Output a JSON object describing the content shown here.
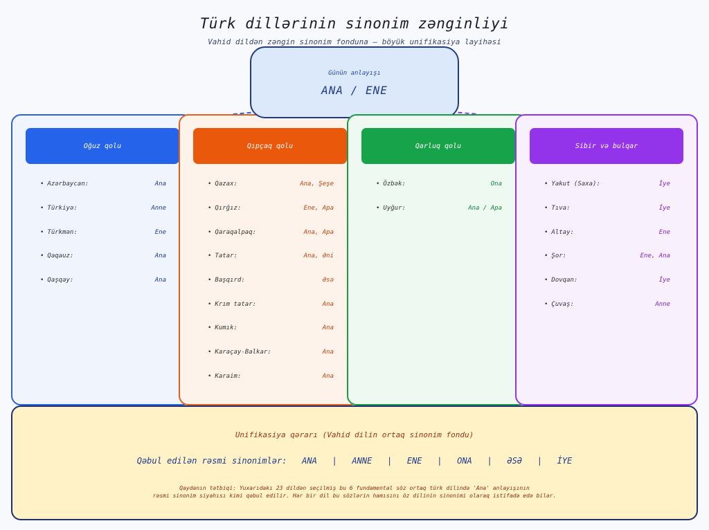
{
  "title": "Türk dillərinin sinonim zənginliyi",
  "subtitle": "Vahid dildən zəngin sinonim fonduna — böyük unifikasiya layihəsi",
  "concept": {
    "label": "Günün anlayışı",
    "value": "ANA / ENE"
  },
  "branches": [
    {
      "name": "Oğuz qolu",
      "color": "#2563eb",
      "value_color": "#1e3a8a",
      "items": [
        {
          "lang": "Azərbaycan:",
          "word": "Ana"
        },
        {
          "lang": "Türkiyə:",
          "word": "Anne"
        },
        {
          "lang": "Türkmən:",
          "word": "Ene"
        },
        {
          "lang": "Qaqauz:",
          "word": "Ana"
        },
        {
          "lang": "Qaşqay:",
          "word": "Ana"
        }
      ]
    },
    {
      "name": "Qıpçaq qolu",
      "color": "#ea580c",
      "value_color": "#c2410c",
      "items": [
        {
          "lang": "Qazax:",
          "word": "Ana, Şeşe"
        },
        {
          "lang": "Qırğız:",
          "word": "Ene, Apa"
        },
        {
          "lang": "Qaraqalpaq:",
          "word": "Ana, Apa"
        },
        {
          "lang": "Tatar:",
          "word": "Ana, Əni"
        },
        {
          "lang": "Başqırd:",
          "word": "Əsə"
        },
        {
          "lang": "Krım tatar:",
          "word": "Ana"
        },
        {
          "lang": "Kumık:",
          "word": "Ana"
        },
        {
          "lang": "Karaçay-Balkar:",
          "word": "Ana"
        },
        {
          "lang": "Karaim:",
          "word": "Ana"
        }
      ]
    },
    {
      "name": "Qarluq qolu",
      "color": "#16a34a",
      "value_color": "#15803d",
      "items": [
        {
          "lang": "Özbək:",
          "word": "Ona"
        },
        {
          "lang": "Uyğur:",
          "word": "Ana / Apa"
        }
      ]
    },
    {
      "name": "Sibir və bulqar",
      "color": "#9333ea",
      "value_color": "#7e22ce",
      "items": [
        {
          "lang": "Yakut (Saxa):",
          "word": "İye"
        },
        {
          "lang": "Tıva:",
          "word": "İye"
        },
        {
          "lang": "Altay:",
          "word": "Ene"
        },
        {
          "lang": "Şor:",
          "word": "Ene, Ana"
        },
        {
          "lang": "Dovqan:",
          "word": "İye"
        },
        {
          "lang": "Çuvaş:",
          "word": "Anne"
        }
      ]
    }
  ],
  "decision": {
    "title": "Unifikasiya qərarı (Vahid dilin ortaq sinonim fondu)",
    "synonyms_label": "Qəbul edilən rəsmi sinonimlər:",
    "synonyms": [
      "ANA",
      "ANNE",
      "ENE",
      "ONA",
      "ƏSƏ",
      "İYE"
    ],
    "note_line1": "Qaydanın tətbiqi: Yuxarıdakı 23 dildən seçilmiş bu 6 fundamental söz ortaq türk dilində 'Ana' anlayışının",
    "note_line2": "rəsmi sinonim siyahısı kimi qəbul edilir. Hər bir dil bu sözlərin hamısını öz dilinin sinonimi olaraq istifadə edə bilər."
  }
}
